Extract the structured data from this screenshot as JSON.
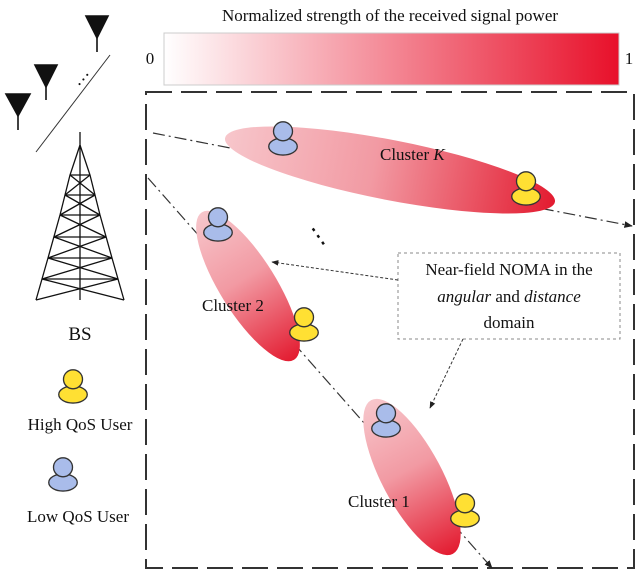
{
  "colorbar": {
    "title": "Normalized strength of the received signal power",
    "min_label": "0",
    "max_label": "1",
    "color_low": "#ffffff",
    "color_high": "#e8102a"
  },
  "clusters": [
    {
      "id": "cluster-k",
      "label_prefix": "Cluster ",
      "label_italic": "K"
    },
    {
      "id": "cluster-2",
      "label_prefix": "Cluster 2",
      "label_italic": ""
    },
    {
      "id": "cluster-1",
      "label_prefix": "Cluster 1",
      "label_italic": ""
    }
  ],
  "ellipsis": "⋮",
  "bs": {
    "label": "BS",
    "antenna_dots": "…"
  },
  "legend": {
    "high_label": "High QoS User",
    "low_label": "Low QoS User",
    "high_color": "#ffe033",
    "low_color": "#a9bcea"
  },
  "annotation": {
    "line1": "Near-field NOMA in the",
    "line2_a": "angular",
    "line2_b": " and ",
    "line2_c": "distance",
    "line3": "domain"
  }
}
